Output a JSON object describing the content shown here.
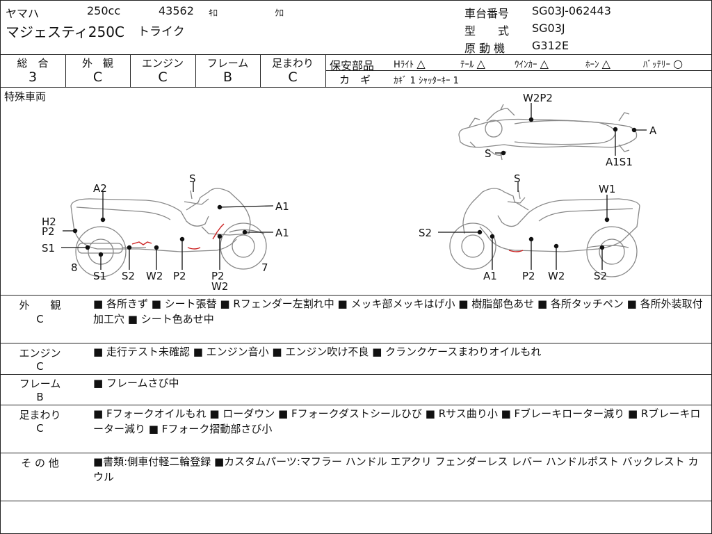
{
  "header": {
    "maker": "ヤマハ",
    "displacement": "250cc",
    "mileage": "43562",
    "mileage_unit": "ｷﾛ",
    "color": "ｸﾛ",
    "model_name": "マジェスティ250C",
    "model_suffix": "トライク",
    "chassis_label": "車台番号",
    "chassis_value": "SG03J-062443",
    "type_label": "型　　式",
    "type_value": "SG03J",
    "engine_label": "原 動 機",
    "engine_value": "G312E"
  },
  "grades": {
    "overall_label": "総　合",
    "overall_value": "3",
    "exterior_label": "外　観",
    "exterior_value": "C",
    "engine_label": "エンジン",
    "engine_value": "C",
    "frame_label": "フレーム",
    "frame_value": "B",
    "suspension_label": "足まわり",
    "suspension_value": "C"
  },
  "safety": {
    "label": "保安部品",
    "items": [
      {
        "name": "Hﾗｲﾄ",
        "mark": "△"
      },
      {
        "name": "ﾃｰﾙ",
        "mark": "△"
      },
      {
        "name": "ｳｲﾝｶｰ",
        "mark": "△"
      },
      {
        "name": "ﾎｰﾝ",
        "mark": "△"
      },
      {
        "name": "ﾊﾞｯﾃﾘｰ",
        "mark": "○"
      }
    ],
    "key_label": "カ　ギ",
    "key_value": "ｶｷﾞ 1 ｼｬｯﾀｰｷｰ 1"
  },
  "diagram": {
    "section_label": "特殊車両",
    "top": {
      "w2p2": "W2P2",
      "a": "A",
      "s": "S",
      "a1s1": "A1S1"
    },
    "left": {
      "s": "S",
      "a2": "A2",
      "a1_top": "A1",
      "h2": "H2",
      "p2": "P2",
      "a1_mid": "A1",
      "s1": "S1",
      "eight": "8",
      "seven": "7",
      "b_s1": "S1",
      "b_s2": "S2",
      "b_w2": "W2",
      "b_p2": "P2",
      "b_p2w2_top": "P2",
      "b_p2w2_bot": "W2"
    },
    "right": {
      "s": "S",
      "w1": "W1",
      "s2": "S2",
      "b_a1": "A1",
      "b_p2": "P2",
      "b_w2": "W2",
      "b_s2": "S2"
    }
  },
  "sections": [
    {
      "label": "外　　観",
      "grade": "C",
      "text": "■ 各所きず ■ シート張替 ■ Rフェンダー左割れ中 ■ メッキ部メッキはげ小 ■ 樹脂部色あせ ■ 各所タッチペン ■ 各所外装取付加工穴 ■ シート色あせ中"
    },
    {
      "label": "エンジン",
      "grade": "C",
      "text": "■ 走行テスト未確認 ■ エンジン音小 ■ エンジン吹け不良 ■ クランクケースまわりオイルもれ"
    },
    {
      "label": "フレーム",
      "grade": "B",
      "text": "■ フレームさび中"
    },
    {
      "label": "足まわり",
      "grade": "C",
      "text": "■ Fフォークオイルもれ ■ ローダウン ■ Fフォークダストシールひび ■ Rサス曲り小 ■ Fブレーキローター減り ■ Rブレーキローター減り ■ Fフォーク摺動部さび小"
    },
    {
      "label": "そ の 他",
      "grade": "",
      "text": "■書類:側車付軽二輪登録 ■カスタムパーツ:マフラー ハンドル エアクリ フェンダーレス レバー ハンドルポスト バックレスト カウル"
    }
  ]
}
